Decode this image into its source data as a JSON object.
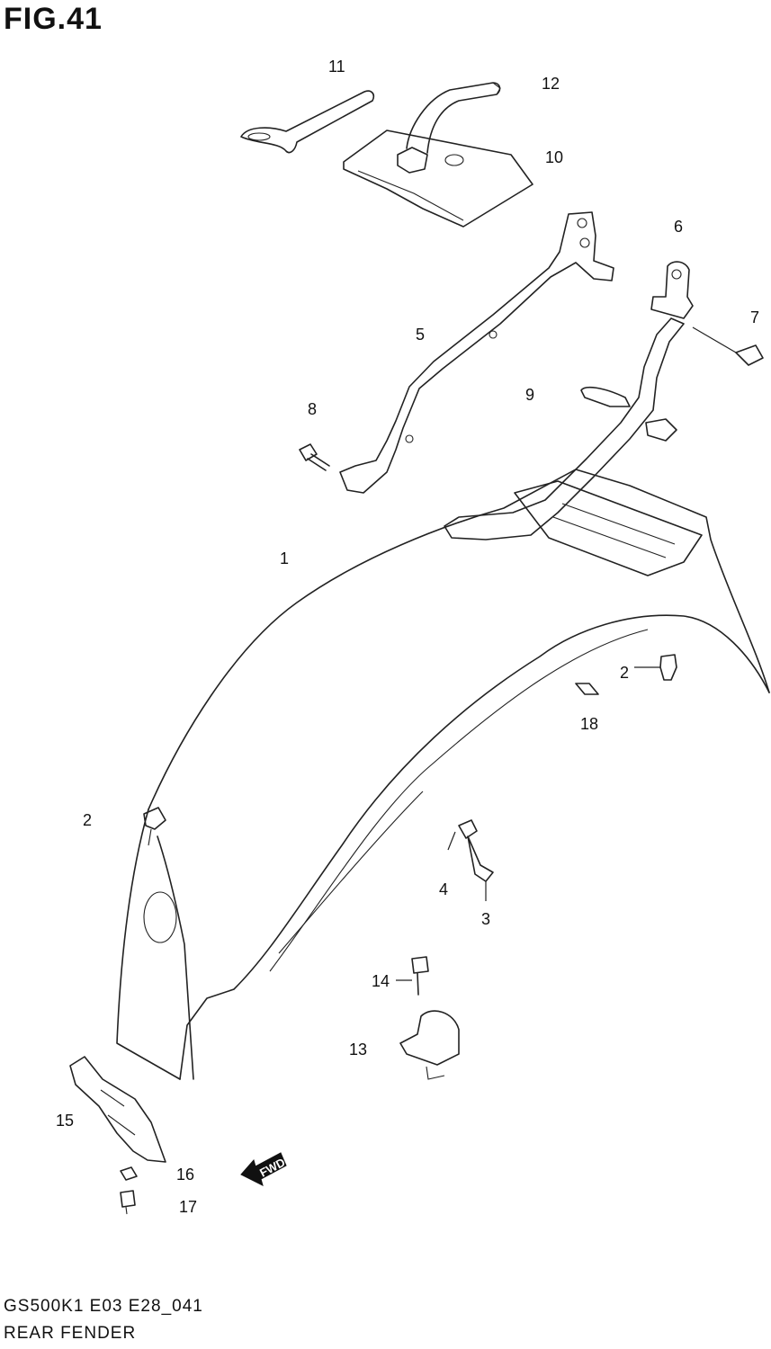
{
  "figure": {
    "title": "FIG.41"
  },
  "callouts": [
    {
      "id": "c11",
      "label": "11"
    },
    {
      "id": "c12",
      "label": "12"
    },
    {
      "id": "c10",
      "label": "10"
    },
    {
      "id": "c6",
      "label": "6"
    },
    {
      "id": "c7",
      "label": "7"
    },
    {
      "id": "c5",
      "label": "5"
    },
    {
      "id": "c9",
      "label": "9"
    },
    {
      "id": "c8",
      "label": "8"
    },
    {
      "id": "c1",
      "label": "1"
    },
    {
      "id": "c2a",
      "label": "2"
    },
    {
      "id": "c18",
      "label": "18"
    },
    {
      "id": "c2b",
      "label": "2"
    },
    {
      "id": "c4",
      "label": "4"
    },
    {
      "id": "c3",
      "label": "3"
    },
    {
      "id": "c14",
      "label": "14"
    },
    {
      "id": "c13",
      "label": "13"
    },
    {
      "id": "c15",
      "label": "15"
    },
    {
      "id": "c16",
      "label": "16"
    },
    {
      "id": "c17",
      "label": "17"
    }
  ],
  "direction_marker": {
    "label": "FWD",
    "icon": "fwd-arrow-icon"
  },
  "footer": {
    "model_code": "GS500K1 E03 E28_041",
    "section_name": "REAR FENDER"
  }
}
